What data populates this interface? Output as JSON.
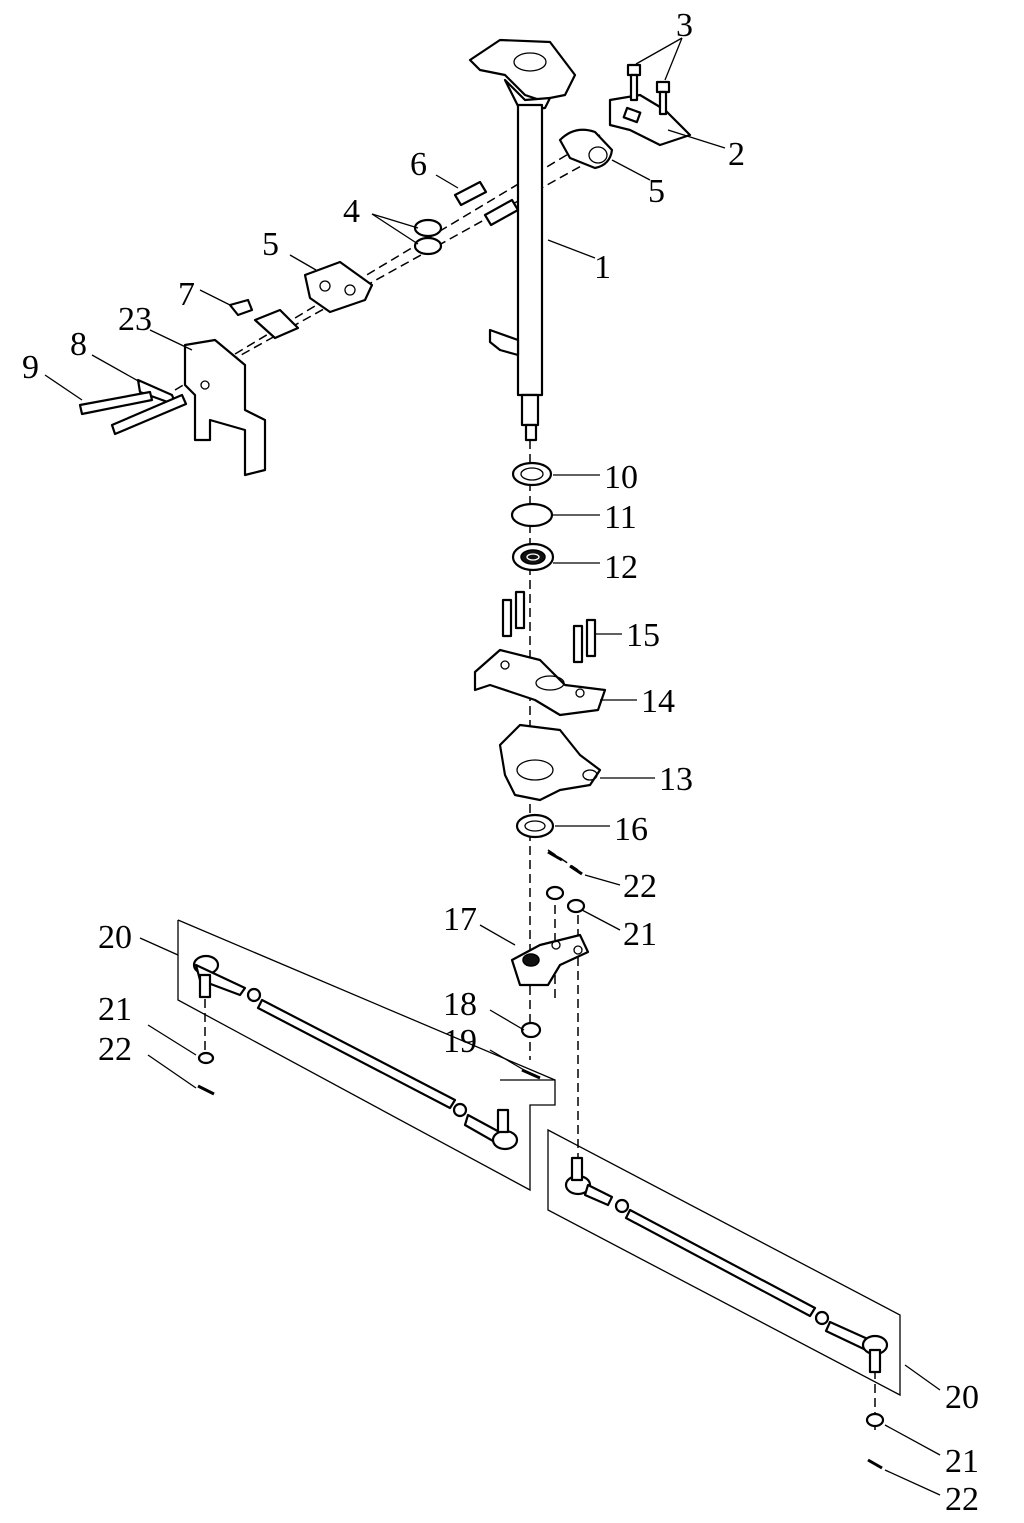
{
  "diagram": {
    "title": "Steering column and tie rod assembly — exploded view",
    "labels": [
      {
        "id": "c1",
        "text": "1"
      },
      {
        "id": "c2",
        "text": "2"
      },
      {
        "id": "c3",
        "text": "3"
      },
      {
        "id": "c4",
        "text": "4"
      },
      {
        "id": "c5a",
        "text": "5"
      },
      {
        "id": "c5b",
        "text": "5"
      },
      {
        "id": "c6",
        "text": "6"
      },
      {
        "id": "c7",
        "text": "7"
      },
      {
        "id": "c8",
        "text": "8"
      },
      {
        "id": "c9",
        "text": "9"
      },
      {
        "id": "c10",
        "text": "10"
      },
      {
        "id": "c11",
        "text": "11"
      },
      {
        "id": "c12",
        "text": "12"
      },
      {
        "id": "c13",
        "text": "13"
      },
      {
        "id": "c14",
        "text": "14"
      },
      {
        "id": "c15",
        "text": "15"
      },
      {
        "id": "c16",
        "text": "16"
      },
      {
        "id": "c17",
        "text": "17"
      },
      {
        "id": "c18",
        "text": "18"
      },
      {
        "id": "c19",
        "text": "19"
      },
      {
        "id": "c20a",
        "text": "20"
      },
      {
        "id": "c20b",
        "text": "20"
      },
      {
        "id": "c21a",
        "text": "21"
      },
      {
        "id": "c21b",
        "text": "21"
      },
      {
        "id": "c21c",
        "text": "21"
      },
      {
        "id": "c22a",
        "text": "22"
      },
      {
        "id": "c22b",
        "text": "22"
      },
      {
        "id": "c22c",
        "text": "22"
      },
      {
        "id": "c23",
        "text": "23"
      }
    ]
  }
}
